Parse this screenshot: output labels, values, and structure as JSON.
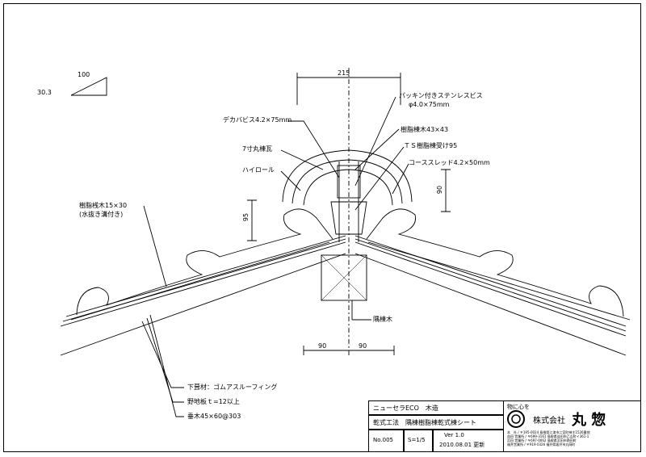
{
  "slope": {
    "run": "100",
    "rise": "30.3"
  },
  "dims": {
    "top_width": "215",
    "right_height": "90",
    "left_height": "95",
    "bottom_left": "90",
    "bottom_right": "90"
  },
  "labels": {
    "stainless_screw": "パッキン付きステンレスビス",
    "stainless_screw_size": "φ4.0×75mm",
    "deck_screw": "デカバビス4.2×75mm",
    "resin_ridge_wood": "樹脂棟木43×43",
    "ts_ridge_support": "ＴＳ樹脂棟受け95",
    "ridge_tile": "7寸丸棟瓦",
    "coarse_thread": "コーススレッド4.2×50mm",
    "high_roll": "ハイロール",
    "resin_batten": "樹脂桟木15×30",
    "resin_batten_note": "(水抜き溝付き)",
    "hip_ridge_wood": "隅棟木",
    "underlay": "下葺材：ゴムアスルーフィング",
    "sheathing": "野地板ｔ=12以上",
    "rafter": "垂木45×60@303"
  },
  "title_block": {
    "project": "ニューセラECO　木造",
    "method": "乾式工法　隅棟樹脂棟乾式棟シート",
    "number": "No.005",
    "scale": "S=1/5",
    "version": "Ver 1.0",
    "date": "2010.08.01 更新",
    "slogan": "物に心を",
    "company": "株式会社",
    "company_name": "丸 惣",
    "address_lines": [
      "本　社 / 〒195-0024 島根県江津市二宮町神主1526番地",
      "益田 営業所 / 〒699-3161 島根県益田市乙吉町イ361-1",
      "浜田 営業所 / 〒697-0062 島根県浜田市熱田町",
      "福井営業所 / 〒919-0326 福井県坂井市丸岡町"
    ]
  }
}
